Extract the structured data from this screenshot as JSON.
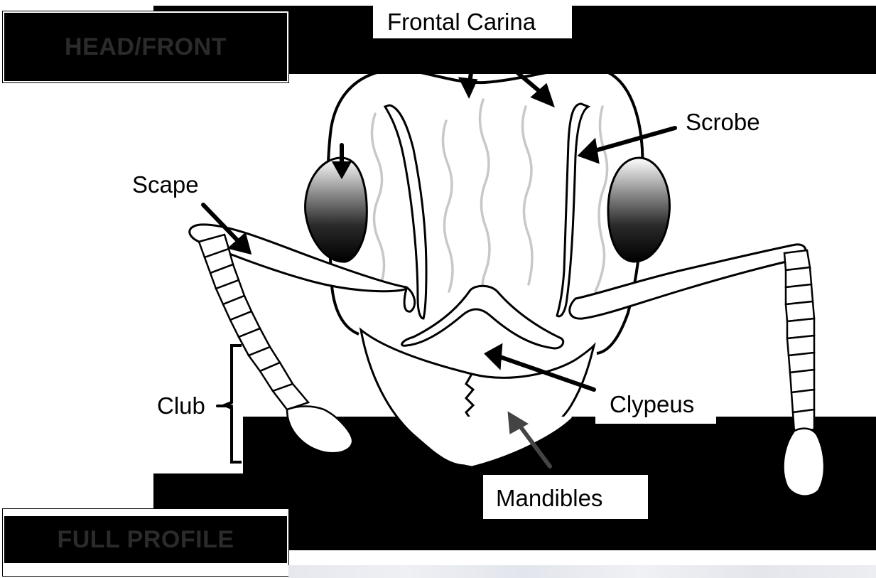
{
  "tabs": {
    "head_front": "HEAD/FRONT",
    "full_profile": "FULL PROFILE"
  },
  "labels": {
    "frontal_carina": "Frontal Carina",
    "scrobe": "Scrobe",
    "scape": "Scape",
    "club": "Club",
    "clypeus": "Clypeus",
    "mandibles": "Mandibles"
  },
  "colors": {
    "background": "#ffffff",
    "bars": "#000000",
    "outline": "#000000",
    "carina_lines": "#c8c8c8"
  }
}
